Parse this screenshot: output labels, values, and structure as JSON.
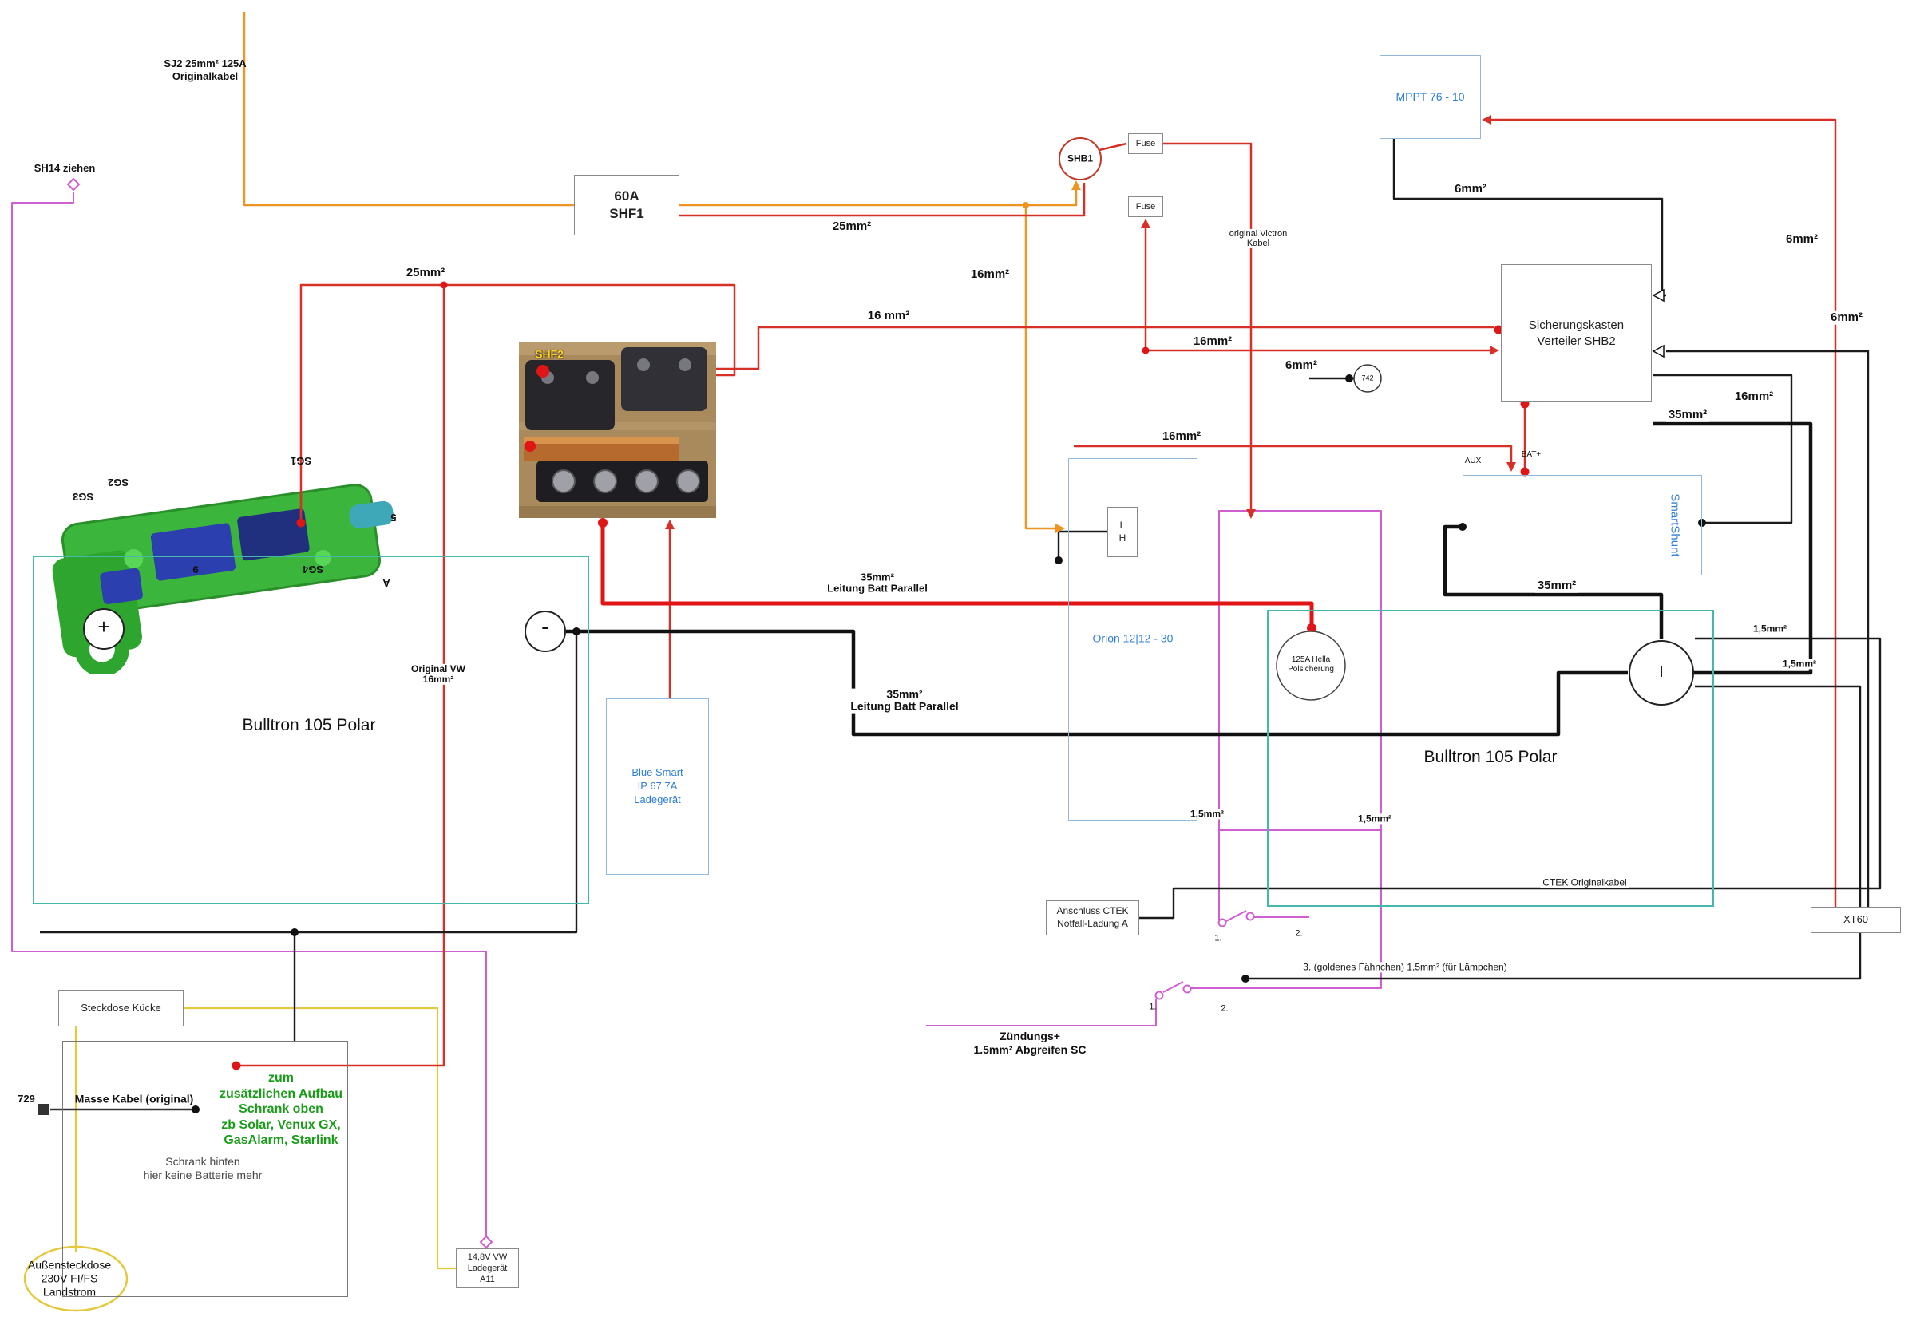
{
  "diagram": {
    "type": "camper-electrical-wiring-diagram",
    "colors": {
      "wire_red": "#d63027",
      "wire_black": "#1a1a1a",
      "wire_orange": "#ee9422",
      "wire_magenta": "#cf5fd0",
      "wire_yellow": "#e3c93e",
      "battery_outline": "#45b8ac",
      "victron_blue": "#2f7ed8",
      "note_green": "#1a9c1a"
    },
    "components": {
      "shf1": "60A\nSHF1",
      "shb1": "SHB1",
      "fuse": "Fuse",
      "mppt": "MPPT 76 - 10",
      "shb2": "Sicherungskasten\nVerteiler SHB2",
      "smartshunt": "SmartShunt",
      "relay742": "742",
      "orion": "Orion 12|12 - 30",
      "lh": "L\nH",
      "hella": "125A Hella\nPolsicherung",
      "blue_smart": "Blue Smart\nIP 67 7A\nLadegerät",
      "bulltron": "Bulltron 105 Polar",
      "ctek": "Anschluss CTEK\nNotfall-Ladung A",
      "xt60": "XT60",
      "steckdose": "Steckdose Kücke",
      "vw_charger": "14,8V VW\nLadegerät\nA11",
      "aussensteckdose": "Außensteckdose\n230V FI/FS\nLandstrom",
      "shf2": "SHF2",
      "plus": "+",
      "minus": "-",
      "isolator": "I"
    },
    "gauges": {
      "g25": "25mm²",
      "g16": "16mm²",
      "g16_spaced": "16 mm²",
      "g6": "6mm²",
      "g35": "35mm²",
      "g15": "1,5mm²"
    },
    "wire_notes": {
      "sj2": "SJ2 25mm² 125A\nOriginalkabel",
      "sh14": "SH14 ziehen",
      "victron_kabel": "original Victron\nKabel",
      "batt_parallel": "35mm²\nLeitung Batt Parallel",
      "original_vw": "Original VW\n16mm²",
      "ctek_kabel": "CTEK Originalkabel",
      "goldenes": "3. (goldenes Fähnchen) 1,5mm² (für Lämpchen)",
      "zuendung": "Zündungs+\n1.5mm² Abgreifen SC",
      "aux": "AUX",
      "bat_plus": "BAT+",
      "masse": "Masse Kabel (original)",
      "n729": "729"
    },
    "notes": {
      "green_note": "zum\nzusätzlichen Aufbau\nSchrank oben\nzb Solar, Venux GX,\nGasAlarm, Starlink",
      "schrank": "Schrank hinten\nhier keine Batterie mehr"
    },
    "photo_labels": {
      "sg1": "SG1",
      "sg2": "SG2",
      "sg3": "SG3",
      "sg4": "SG4",
      "p5": "5",
      "p6": "6",
      "pa": "A"
    },
    "switch_labels": {
      "s1": "1.",
      "s2": "2."
    }
  }
}
